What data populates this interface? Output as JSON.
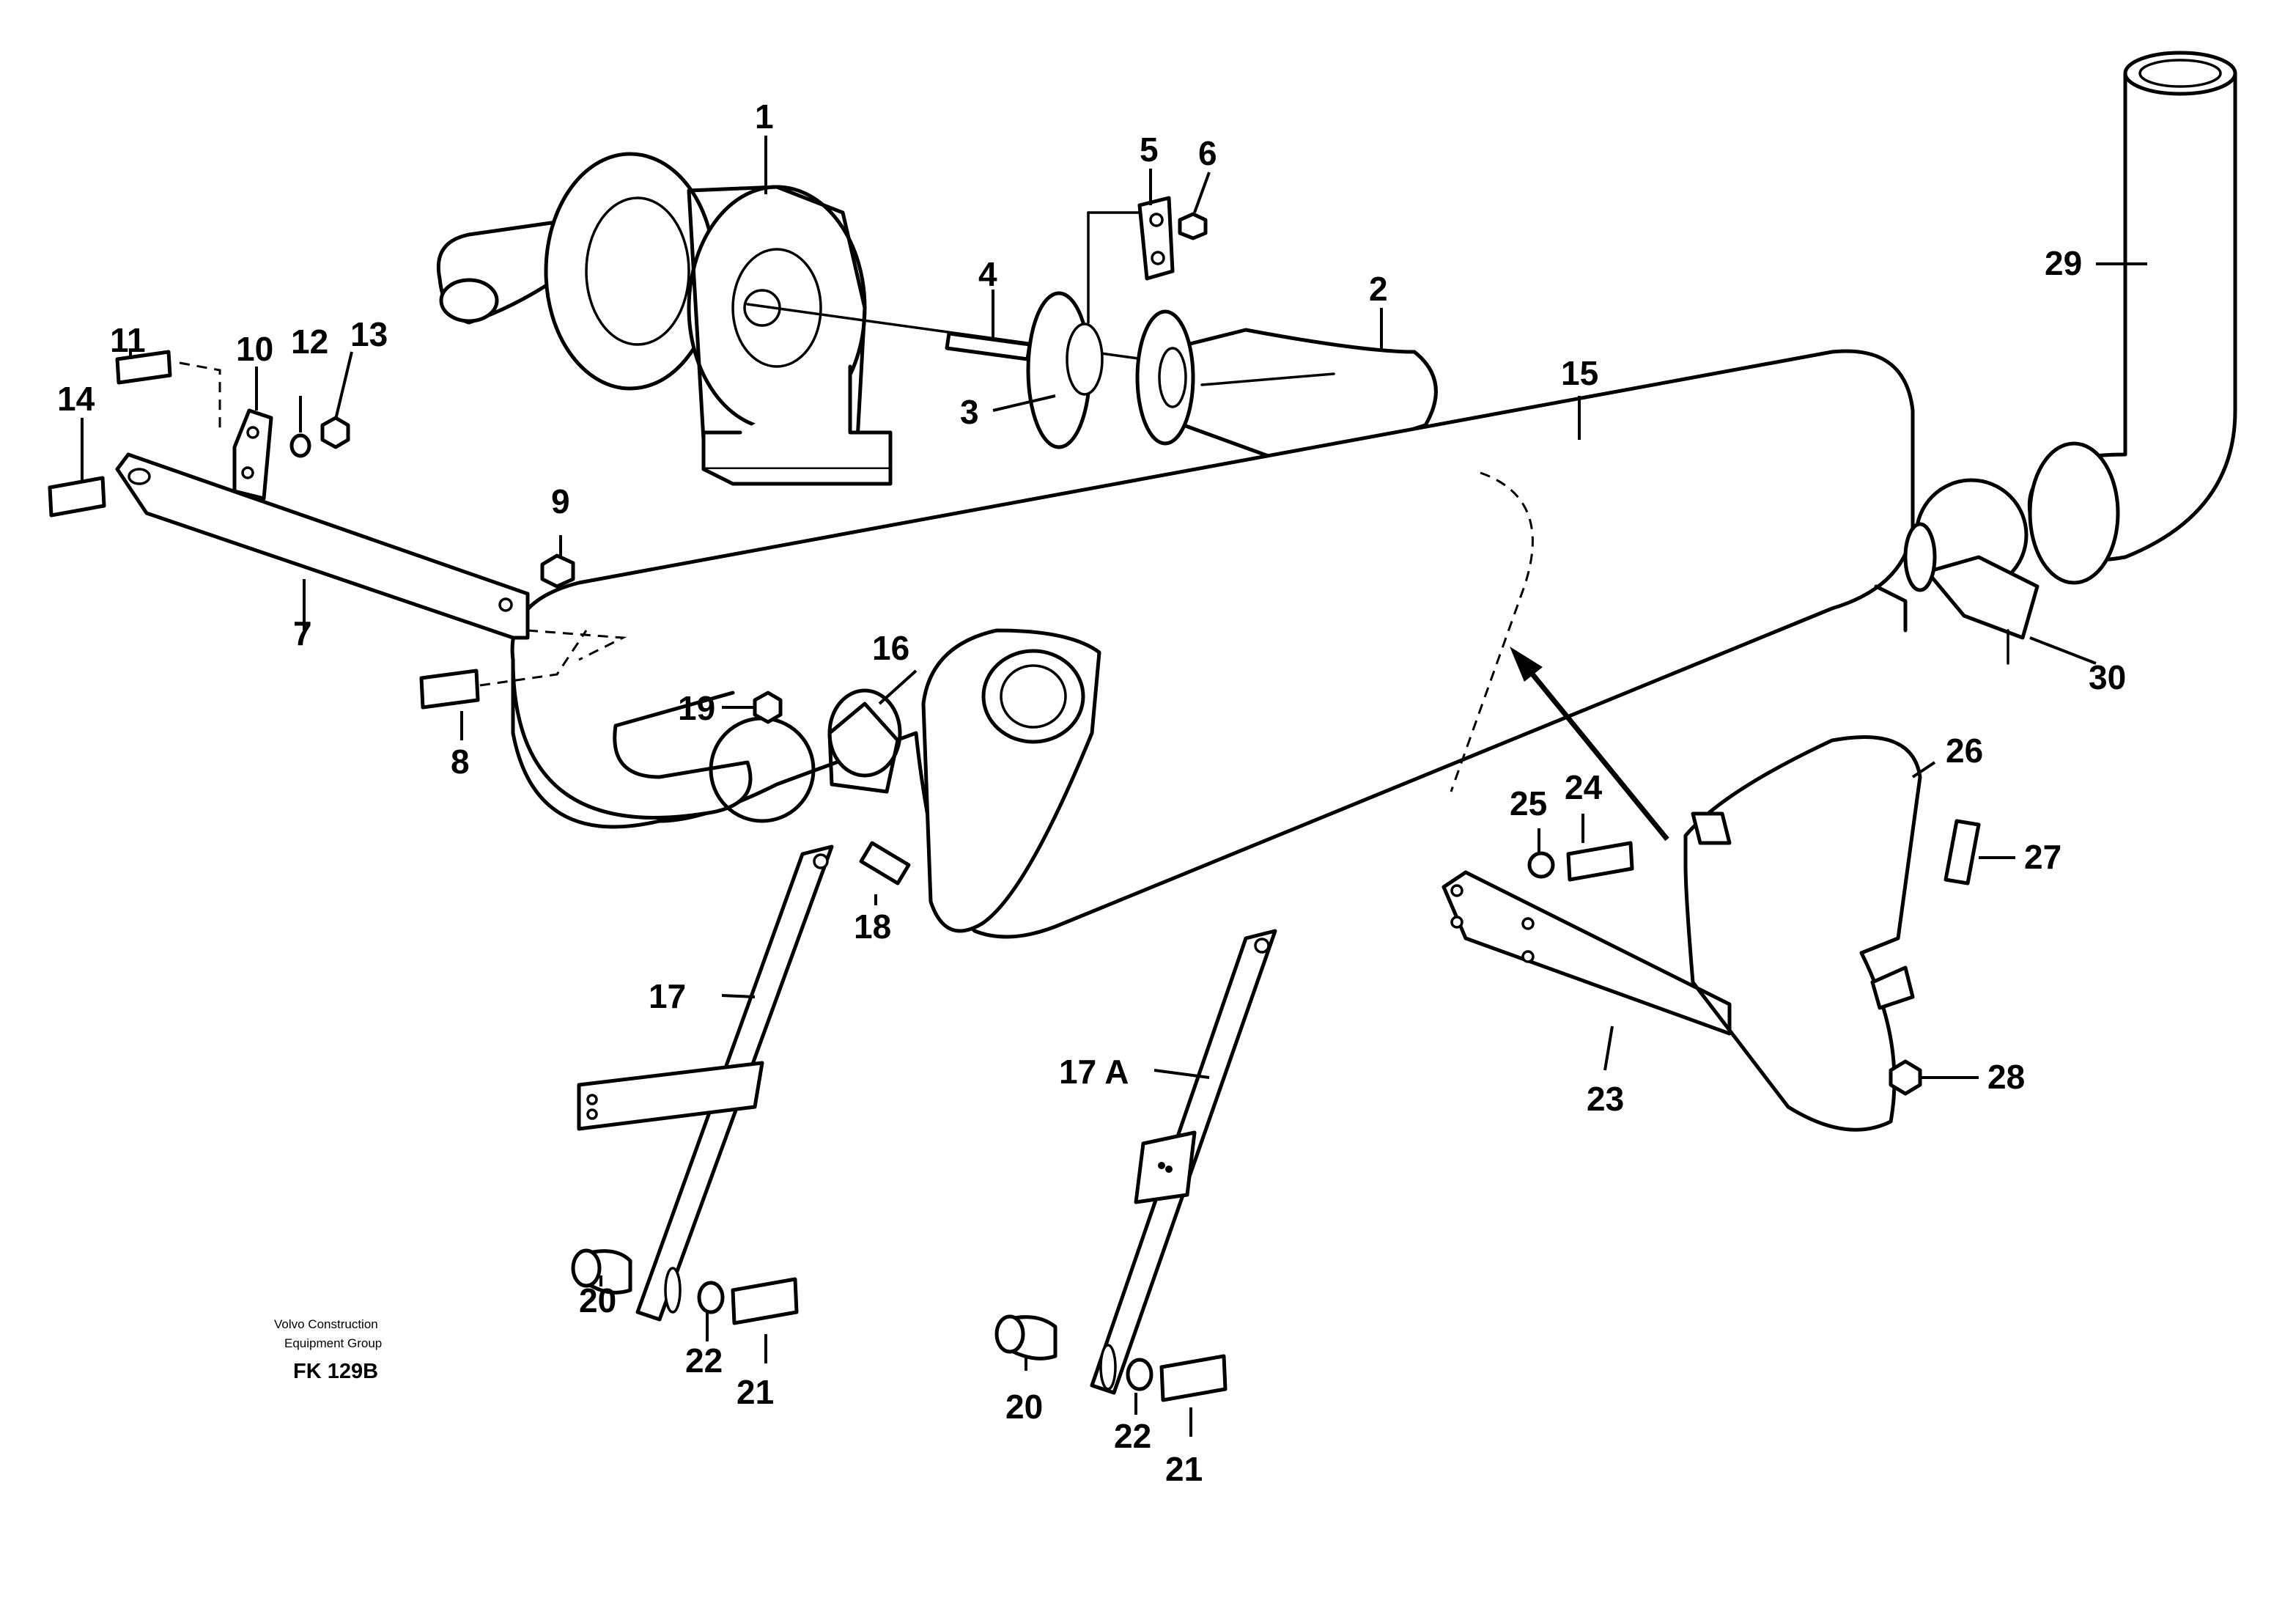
{
  "callouts": {
    "c1": "1",
    "c2": "2",
    "c3": "3",
    "c4": "4",
    "c5": "5",
    "c6": "6",
    "c7": "7",
    "c8": "8",
    "c9": "9",
    "c10": "10",
    "c11": "11",
    "c12": "12",
    "c13": "13",
    "c14": "14",
    "c15": "15",
    "c16": "16",
    "c17": "17",
    "c17a": "17 A",
    "c18": "18",
    "c19": "19",
    "c20": "20",
    "c21": "21",
    "c22": "22",
    "c23": "23",
    "c24": "24",
    "c25": "25",
    "c26": "26",
    "c27": "27",
    "c28": "28",
    "c29": "29",
    "c30": "30"
  },
  "caption": {
    "line1": "Volvo Construction",
    "line2": "Equipment Group",
    "code": "FK 129B"
  }
}
